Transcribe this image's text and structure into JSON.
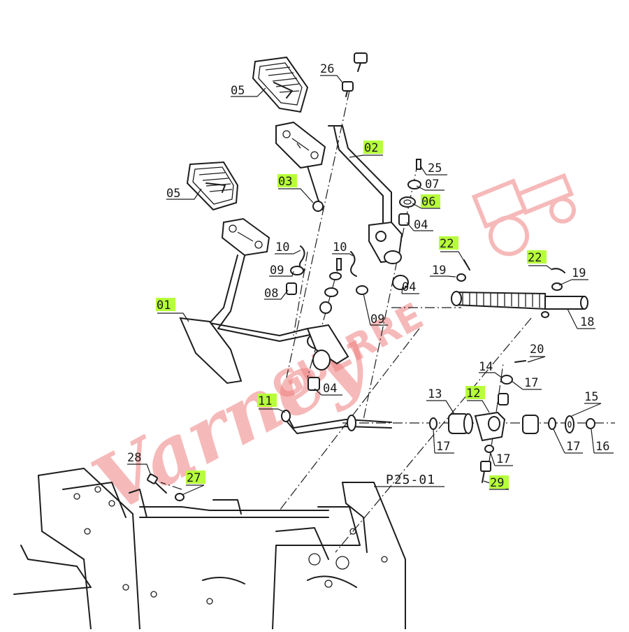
{
  "diagram": {
    "reference_code": "P25-01",
    "watermark": {
      "script_text": "Varney",
      "block_text": "GUERRE"
    },
    "highlight_color": "#b6ff3a",
    "callouts": [
      {
        "id": "pad-upper",
        "label": "05",
        "highlighted": false
      },
      {
        "id": "bolt-top",
        "label": "26",
        "highlighted": false
      },
      {
        "id": "arm-02",
        "label": "02",
        "highlighted": true
      },
      {
        "id": "plate-03",
        "label": "03",
        "highlighted": true
      },
      {
        "id": "pad-lower",
        "label": "05",
        "highlighted": false
      },
      {
        "id": "pin-25",
        "label": "25",
        "highlighted": false
      },
      {
        "id": "washer-07",
        "label": "07",
        "highlighted": false
      },
      {
        "id": "washer-06",
        "label": "06",
        "highlighted": true
      },
      {
        "id": "bush-04a",
        "label": "04",
        "highlighted": false
      },
      {
        "id": "spring-10a",
        "label": "10",
        "highlighted": false
      },
      {
        "id": "spring-10b",
        "label": "10",
        "highlighted": false
      },
      {
        "id": "washer-09a",
        "label": "09",
        "highlighted": false
      },
      {
        "id": "bush-08",
        "label": "08",
        "highlighted": false
      },
      {
        "id": "pedal-01",
        "label": "01",
        "highlighted": true
      },
      {
        "id": "pin-22a",
        "label": "22",
        "highlighted": true
      },
      {
        "id": "washer-19a",
        "label": "19",
        "highlighted": false
      },
      {
        "id": "bush-04b",
        "label": "04",
        "highlighted": false
      },
      {
        "id": "washer-09b",
        "label": "09",
        "highlighted": false
      },
      {
        "id": "pin-22b",
        "label": "22",
        "highlighted": true
      },
      {
        "id": "washer-19b",
        "label": "19",
        "highlighted": false
      },
      {
        "id": "shaft-18",
        "label": "18",
        "highlighted": false
      },
      {
        "id": "bush-04c",
        "label": "04",
        "highlighted": false
      },
      {
        "id": "pin-20",
        "label": "20",
        "highlighted": false
      },
      {
        "id": "bush-14",
        "label": "14",
        "highlighted": false
      },
      {
        "id": "washer-17a",
        "label": "17",
        "highlighted": false
      },
      {
        "id": "bush-13",
        "label": "13",
        "highlighted": false
      },
      {
        "id": "lever-12",
        "label": "12",
        "highlighted": true
      },
      {
        "id": "washer-15",
        "label": "15",
        "highlighted": false
      },
      {
        "id": "rod-11",
        "label": "11",
        "highlighted": true
      },
      {
        "id": "washer-17b",
        "label": "17",
        "highlighted": false
      },
      {
        "id": "washer-17c",
        "label": "17",
        "highlighted": false
      },
      {
        "id": "washer-17d",
        "label": "17",
        "highlighted": false
      },
      {
        "id": "nut-16",
        "label": "16",
        "highlighted": false
      },
      {
        "id": "bolt-28",
        "label": "28",
        "highlighted": false
      },
      {
        "id": "washer-27",
        "label": "27",
        "highlighted": true
      },
      {
        "id": "bolt-29",
        "label": "29",
        "highlighted": true
      }
    ]
  }
}
